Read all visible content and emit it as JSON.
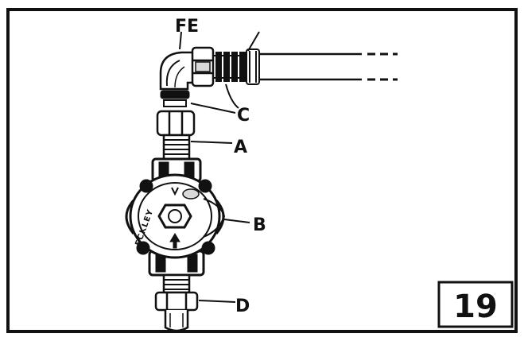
{
  "labels": {
    "fe": "FE",
    "c": "C",
    "a": "A",
    "b": "B",
    "d": "D"
  },
  "brand_text": "ECKLEY",
  "figure_number": "19",
  "colors": {
    "ink": "#111111",
    "paper": "#ffffff",
    "shade": "#d9d9d9"
  }
}
